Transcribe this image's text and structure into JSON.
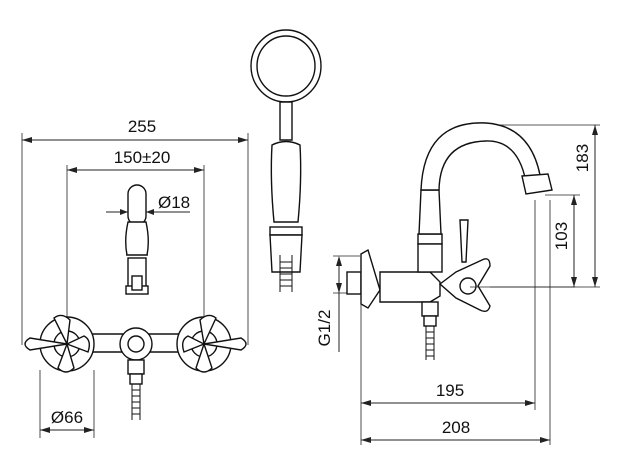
{
  "dimensions": {
    "width_total": "255",
    "width_spacing": "150±20",
    "spout_diameter": "Ø18",
    "handle_diameter": "Ø66",
    "height_spout": "183",
    "height_outlet": "103",
    "thread": "G1/2",
    "depth_body": "195",
    "depth_total": "208"
  }
}
